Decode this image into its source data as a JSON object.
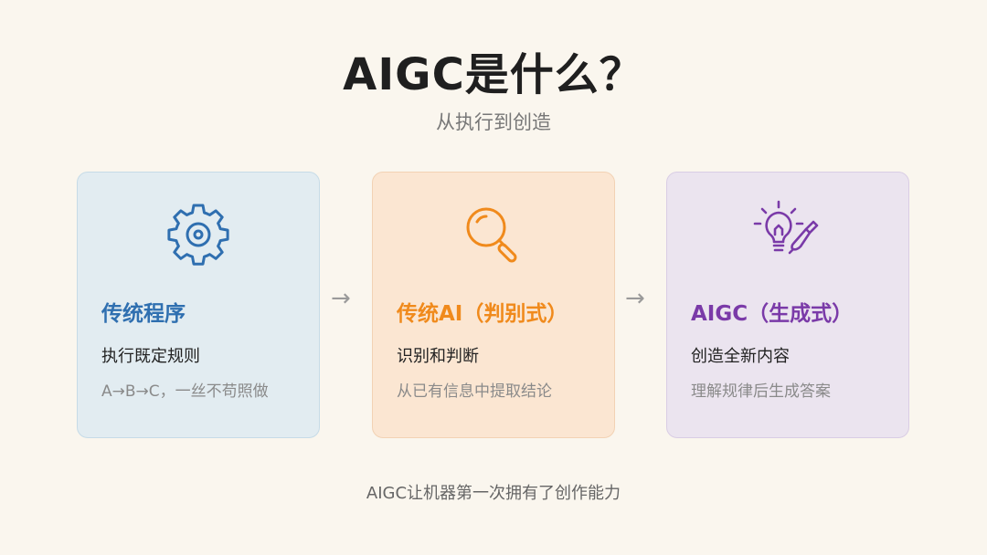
{
  "title": "AIGC是什么？",
  "subtitle": "从执行到创造",
  "cards": [
    {
      "icon": "gear-icon",
      "heading": "传统程序",
      "description": "执行既定规则",
      "detail": "A→B→C，一丝不苟照做",
      "accent_color": "#2f6fb0"
    },
    {
      "icon": "magnifier-icon",
      "heading": "传统AI（判别式）",
      "description": "识别和判断",
      "detail": "从已有信息中提取结论",
      "accent_color": "#f08a1c"
    },
    {
      "icon": "lightbulb-paintbrush-icon",
      "heading": "AIGC（生成式）",
      "description": "创造全新内容",
      "detail": "理解规律后生成答案",
      "accent_color": "#7a3aa8"
    }
  ],
  "arrows": [
    "→",
    "→"
  ],
  "footer": "AIGC让机器第一次拥有了创作能力"
}
